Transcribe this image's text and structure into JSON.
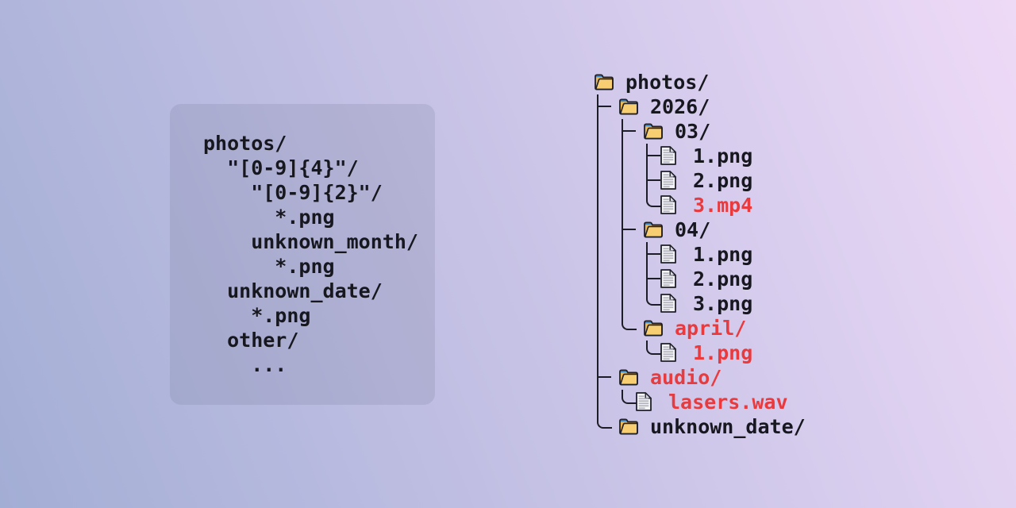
{
  "colors": {
    "bg_1": "#a3aed5",
    "bg_2": "#c9c4e7",
    "bg_3": "#eedaf7",
    "card_bg": "rgba(100,108,138,0.17)",
    "text": "#17171f",
    "red": "#e93a3e",
    "line": "#1d1d27",
    "outline": "#1f1f29",
    "folder_body": "#eeb84c",
    "folder_front": "#f7cf72",
    "folder_tab": "#3e8ed0",
    "file_bg": "#f5f5f7",
    "file_fold": "#d9d9e1",
    "file_lines": "#b3b3bf"
  },
  "pattern_card": {
    "lines": [
      "photos/",
      "  \"[0-9]{4}\"/",
      "    \"[0-9]{2}\"/",
      "      *.png",
      "    unknown_month/",
      "      *.png",
      "  unknown_date/",
      "    *.png",
      "  other/",
      "    ..."
    ]
  },
  "tree": {
    "rows": [
      {
        "label": "photos/",
        "type": "folder",
        "level": 0,
        "red": false,
        "branch": null,
        "guides": []
      },
      {
        "label": "2026/",
        "type": "folder",
        "level": 1,
        "red": false,
        "branch": "tee",
        "guides": []
      },
      {
        "label": "03/",
        "type": "folder",
        "level": 2,
        "red": false,
        "branch": "tee",
        "guides": [
          0
        ]
      },
      {
        "label": "1.png",
        "type": "file",
        "level": 3,
        "red": false,
        "branch": "tee",
        "guides": [
          0,
          1
        ]
      },
      {
        "label": "2.png",
        "type": "file",
        "level": 3,
        "red": false,
        "branch": "tee",
        "guides": [
          0,
          1
        ]
      },
      {
        "label": "3.mp4",
        "type": "file",
        "level": 3,
        "red": true,
        "branch": "elbow",
        "guides": [
          0,
          1
        ]
      },
      {
        "label": "04/",
        "type": "folder",
        "level": 2,
        "red": false,
        "branch": "tee",
        "guides": [
          0
        ]
      },
      {
        "label": "1.png",
        "type": "file",
        "level": 3,
        "red": false,
        "branch": "tee",
        "guides": [
          0,
          1
        ]
      },
      {
        "label": "2.png",
        "type": "file",
        "level": 3,
        "red": false,
        "branch": "tee",
        "guides": [
          0,
          1
        ]
      },
      {
        "label": "3.png",
        "type": "file",
        "level": 3,
        "red": false,
        "branch": "elbow",
        "guides": [
          0,
          1
        ]
      },
      {
        "label": "april/",
        "type": "folder",
        "level": 2,
        "red": true,
        "branch": "elbow",
        "guides": [
          0
        ]
      },
      {
        "label": "1.png",
        "type": "file",
        "level": 3,
        "red": true,
        "branch": "elbow",
        "guides": [
          0
        ]
      },
      {
        "label": "audio/",
        "type": "folder",
        "level": 1,
        "red": true,
        "branch": "tee",
        "guides": []
      },
      {
        "label": "lasers.wav",
        "type": "file",
        "level": 2,
        "red": true,
        "branch": "elbow",
        "guides": [
          0
        ]
      },
      {
        "label": "unknown_date/",
        "type": "folder",
        "level": 1,
        "red": false,
        "branch": "elbow",
        "guides": []
      }
    ]
  }
}
